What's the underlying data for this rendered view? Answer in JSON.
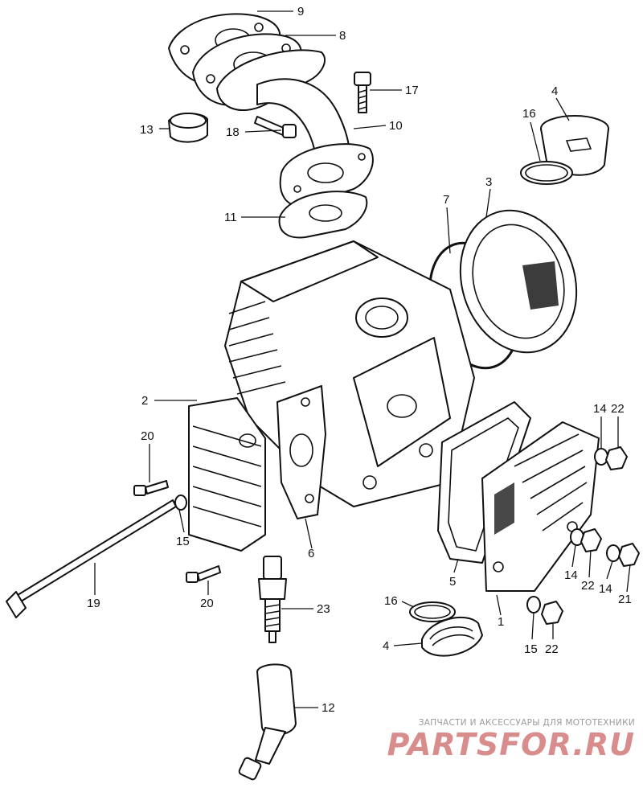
{
  "diagram": {
    "part_numbers": [
      "1",
      "2",
      "3",
      "4",
      "5",
      "6",
      "7",
      "8",
      "9",
      "10",
      "11",
      "12",
      "13",
      "14",
      "15",
      "16",
      "17",
      "18",
      "19",
      "20",
      "21",
      "22",
      "23"
    ],
    "repeated_labels": {
      "4": [
        "4",
        "4"
      ],
      "14": [
        "14",
        "14",
        "14"
      ],
      "15": [
        "15",
        "15"
      ],
      "16": [
        "16",
        "16"
      ],
      "20": [
        "20",
        "20"
      ],
      "22": [
        "22",
        "22",
        "22"
      ]
    }
  },
  "watermark": {
    "caption": "ЗАПЧАСТИ И АКСЕССУАРЫ ДЛЯ МОТОТЕХНИКИ",
    "logo_text": "PARTSFOR.RU",
    "colors": {
      "logo": "#d98c8c",
      "caption": "#9a9a9a"
    }
  }
}
